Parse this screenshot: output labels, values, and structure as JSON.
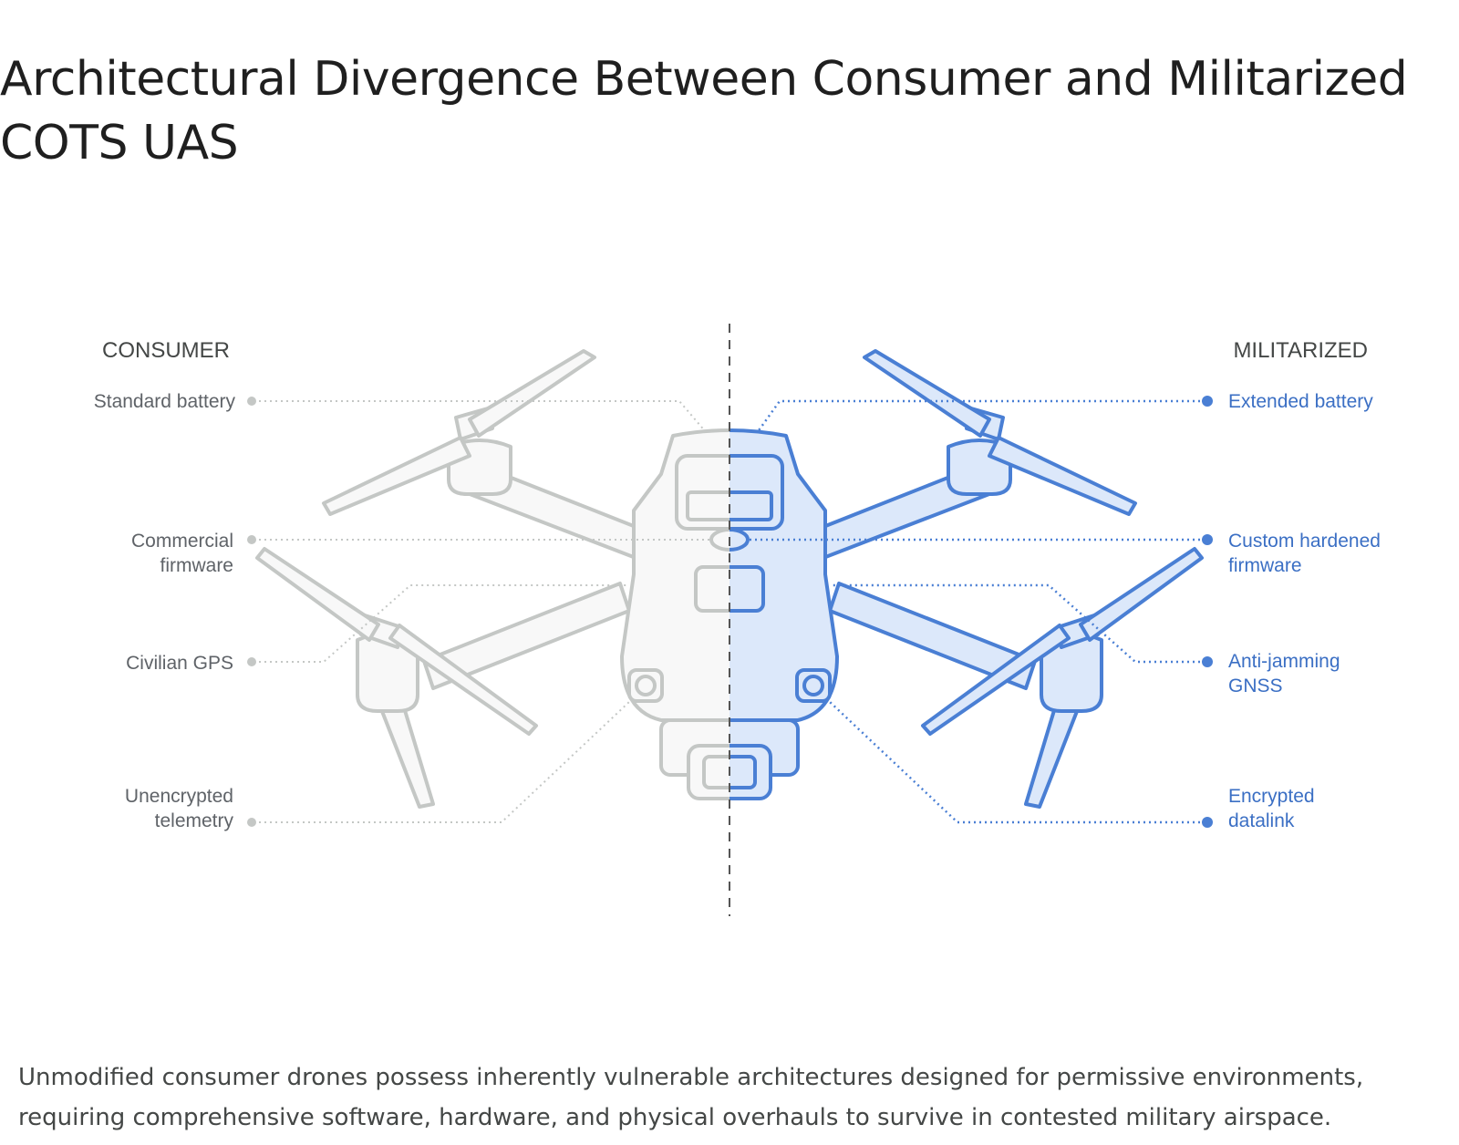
{
  "title": {
    "line1": "Architectural Divergence Between Consumer and Militarized",
    "line2": "COTS UAS"
  },
  "diagram": {
    "left_heading": "CONSUMER",
    "right_heading": "MILITARIZED",
    "left_labels": [
      {
        "lines": [
          "Standard battery"
        ]
      },
      {
        "lines": [
          "Commercial",
          "firmware"
        ]
      },
      {
        "lines": [
          "Civilian GPS"
        ]
      },
      {
        "lines": [
          "Unencrypted",
          "telemetry"
        ]
      }
    ],
    "right_labels": [
      {
        "lines": [
          "Extended battery"
        ]
      },
      {
        "lines": [
          "Custom hardened",
          "firmware"
        ]
      },
      {
        "lines": [
          "Anti-jamming",
          "GNSS"
        ]
      },
      {
        "lines": [
          "Encrypted",
          "datalink"
        ]
      }
    ],
    "colors": {
      "consumer_line": "#c4c7c5",
      "consumer_text": "#5f6368",
      "militarized_line": "#4a7fd4",
      "militarized_fill": "#dce8fa",
      "militarized_text": "#3b6fc4",
      "divider": "#555555"
    }
  },
  "caption": {
    "line1": "Unmodified consumer drones possess inherently vulnerable architectures designed for permissive environments,",
    "line2": "requiring comprehensive software, hardware, and physical overhauls to survive in contested military airspace."
  }
}
